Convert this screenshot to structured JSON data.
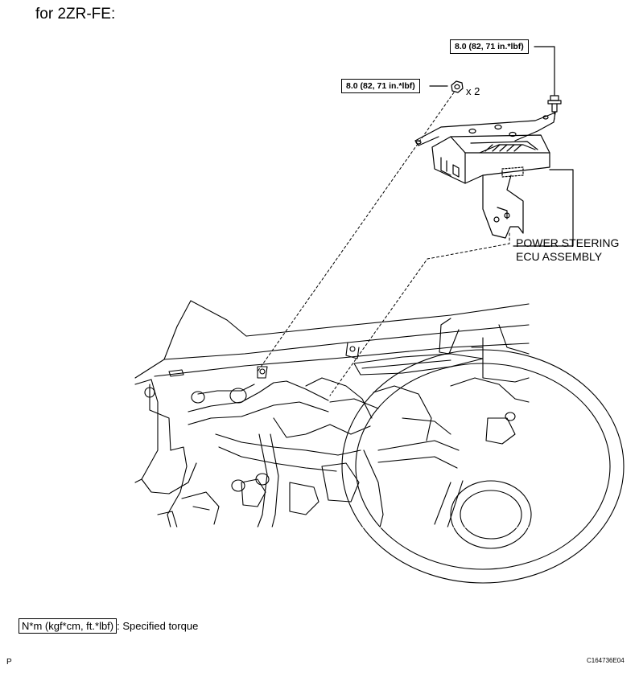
{
  "heading": "for 2ZR-FE:",
  "callouts": {
    "torque_top": "8.0 (82, 71 in.*lbf)",
    "torque_nut": "8.0 (82, 71 in.*lbf)",
    "nut_quantity": "x 2"
  },
  "part_label": {
    "line1": "POWER STEERING",
    "line2": "ECU ASSEMBLY"
  },
  "legend": {
    "units": "N*m (kgf*cm, ft.*lbf)",
    "description": ": Specified torque"
  },
  "footer": {
    "page_marker": "P",
    "figure_id": "C164736E04"
  }
}
